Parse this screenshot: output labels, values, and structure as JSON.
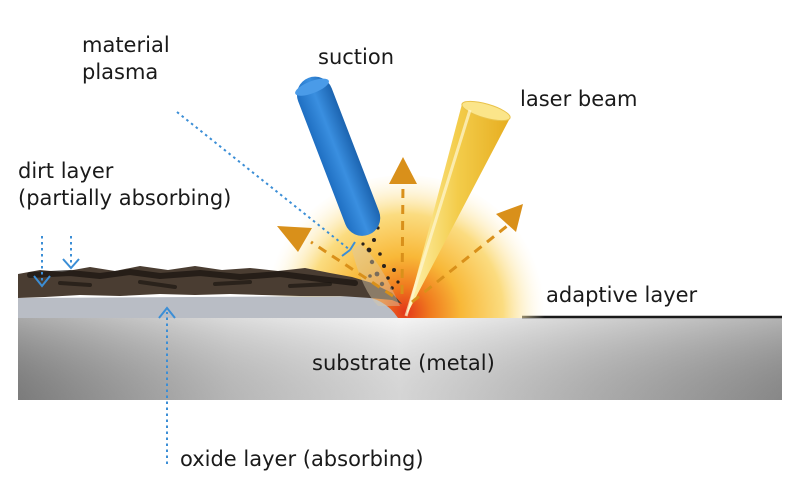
{
  "labels": {
    "material_plasma": [
      "material",
      "plasma"
    ],
    "suction": "suction",
    "laser_beam": "laser beam",
    "dirt_layer": [
      "dirt layer",
      "(partially absorbing)"
    ],
    "adaptive_layer": "adaptive layer",
    "substrate": "substrate (metal)",
    "oxide_layer": "oxide layer (absorbing)"
  },
  "colors": {
    "suction_tube": "#2a7fd4",
    "laser_beam": "#f2c94c",
    "arrow": "#d9901a",
    "pointer": "#3b8ed6",
    "dirt": "#3a2e24",
    "oxide": "#b8bcc4",
    "substrate_dark": "#8a8a8a",
    "substrate_light": "#eeeeee",
    "glow_core": "#e8431a",
    "glow_outer": "#fde7a8"
  }
}
